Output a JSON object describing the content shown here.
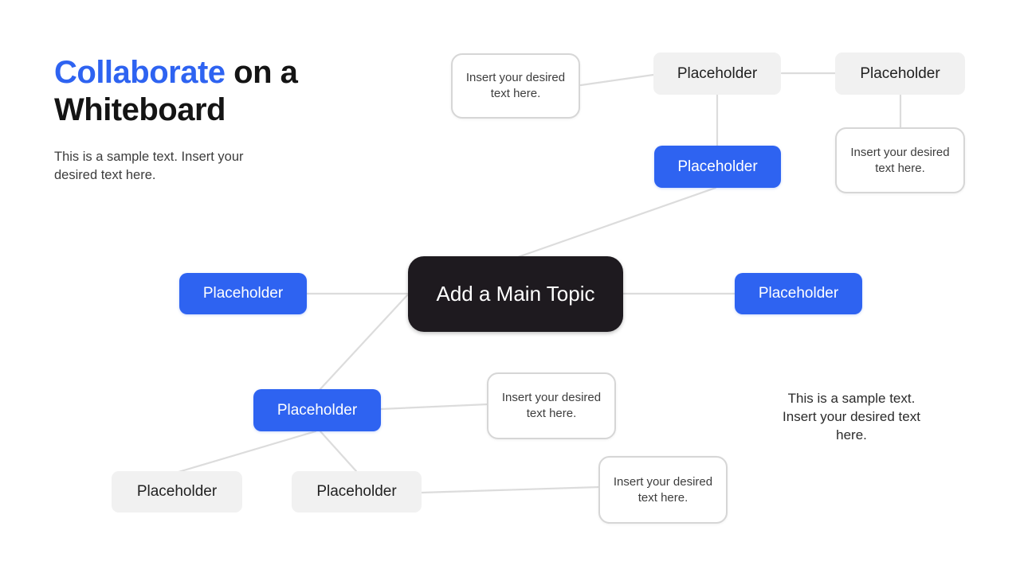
{
  "slide": {
    "title": {
      "highlight": "Collaborate",
      "line1_rest": " on a",
      "line2": "Whiteboard"
    },
    "subtitle": "This is a sample text. Insert your desired text here.",
    "sample_text_right": "This is a sample text. Insert your desired text here."
  },
  "colors": {
    "accent_blue": "#2E63F1",
    "main_topic_dark": "#1E1A1F",
    "gray_fill": "#F1F1F1",
    "connector_line": "#DCDCDC"
  },
  "mindmap": {
    "nodes": [
      {
        "id": "note-top-left",
        "type": "note",
        "label": "Insert your desired text here."
      },
      {
        "id": "placeholder-top-1",
        "type": "gray",
        "label": "Placeholder"
      },
      {
        "id": "placeholder-top-2",
        "type": "gray",
        "label": "Placeholder"
      },
      {
        "id": "note-top-right",
        "type": "note",
        "label": "Insert your desired text here."
      },
      {
        "id": "placeholder-blue-top",
        "type": "blue",
        "label": "Placeholder"
      },
      {
        "id": "main-topic",
        "type": "main",
        "label": "Add a Main Topic"
      },
      {
        "id": "placeholder-blue-left",
        "type": "blue",
        "label": "Placeholder"
      },
      {
        "id": "placeholder-blue-right",
        "type": "blue",
        "label": "Placeholder"
      },
      {
        "id": "placeholder-blue-bottom",
        "type": "blue",
        "label": "Placeholder"
      },
      {
        "id": "note-middle",
        "type": "note",
        "label": "Insert your desired text here."
      },
      {
        "id": "placeholder-gray-bl",
        "type": "gray",
        "label": "Placeholder"
      },
      {
        "id": "placeholder-gray-bm",
        "type": "gray",
        "label": "Placeholder"
      },
      {
        "id": "note-bottom",
        "type": "note",
        "label": "Insert your desired text here."
      }
    ]
  }
}
